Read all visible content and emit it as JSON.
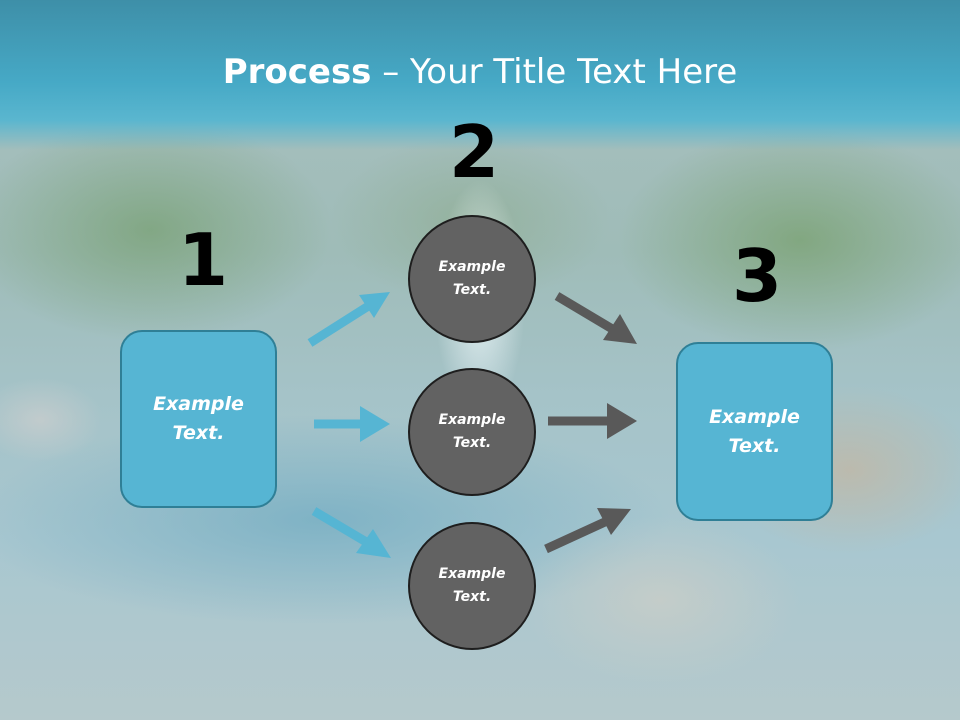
{
  "title": {
    "bold": "Process",
    "rest": " – Your Title Text Here"
  },
  "steps": {
    "one": "1",
    "two": "2",
    "three": "3"
  },
  "boxes": {
    "left": "Example Text.",
    "right": "Example Text."
  },
  "circles": {
    "top": "Example Text.",
    "middle": "Example Text.",
    "bottom": "Example Text."
  },
  "colors": {
    "title_band": "#46a9c6",
    "box_fill": "#56b5d3",
    "circle_fill": "#626262",
    "arrow_blue": "#56b5d3",
    "arrow_gray": "#595959"
  }
}
